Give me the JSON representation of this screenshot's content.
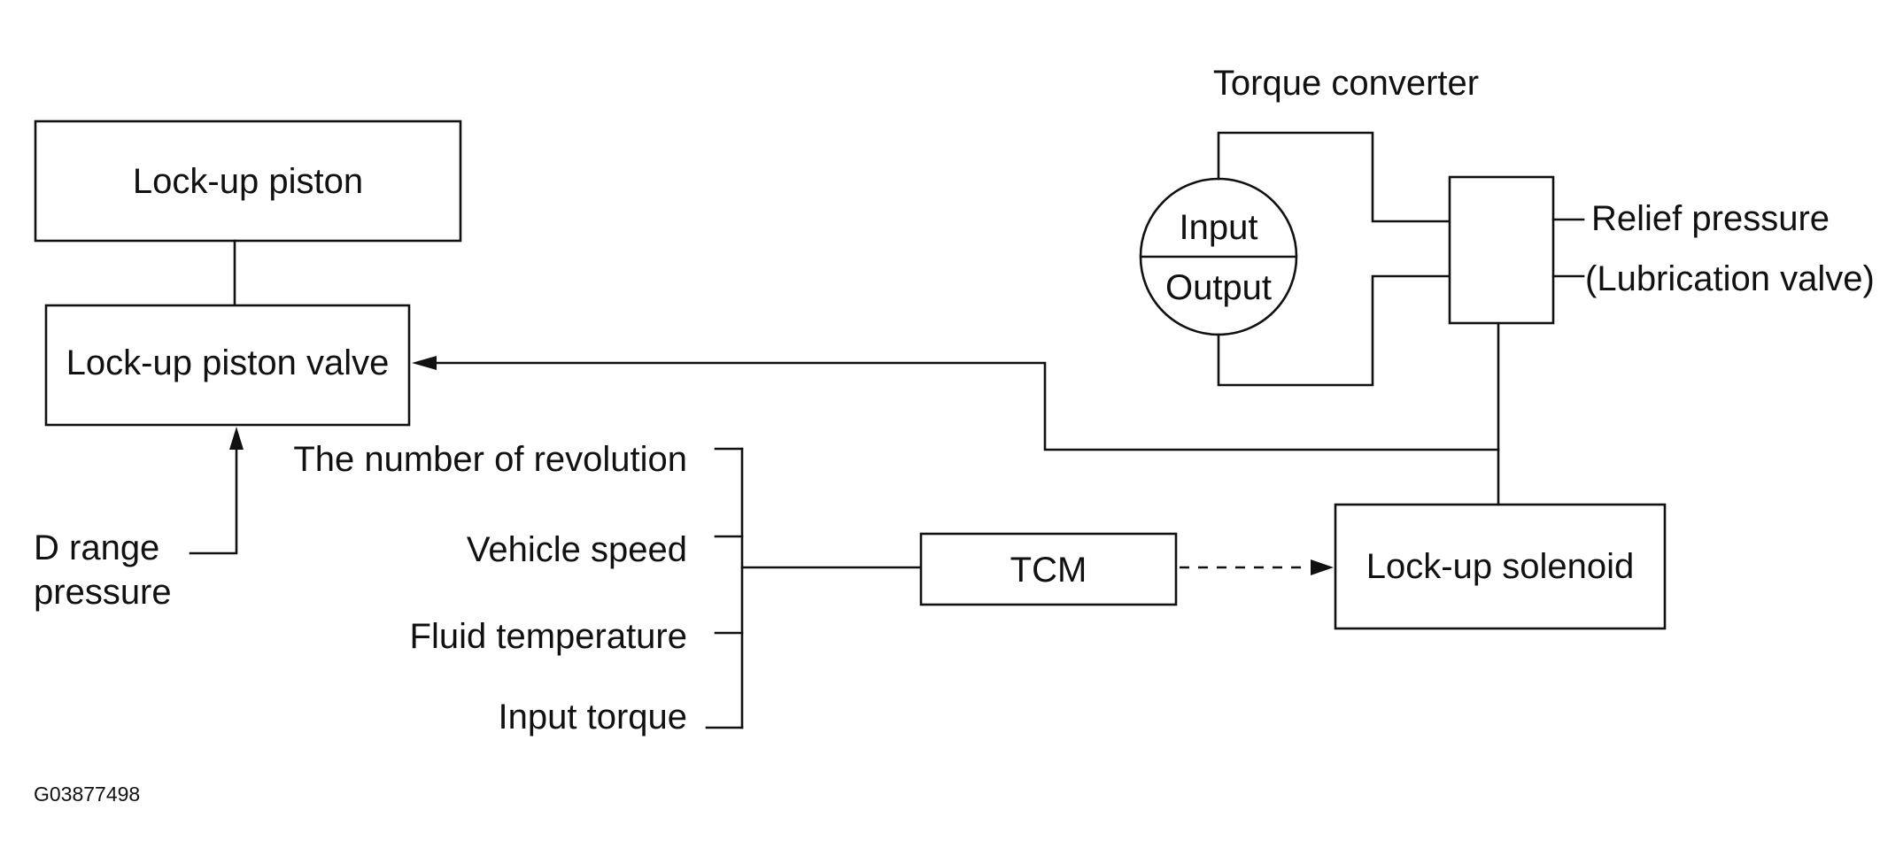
{
  "torque_converter": {
    "title": "Torque converter",
    "input_label": "Input",
    "output_label": "Output"
  },
  "blocks": {
    "lockup_piston": "Lock-up piston",
    "lockup_piston_valve": "Lock-up piston valve",
    "tcm": "TCM",
    "lockup_solenoid": "Lock-up solenoid"
  },
  "relief": {
    "line1": "Relief pressure",
    "line2": "(Lubrication valve)"
  },
  "d_range": {
    "line1": "D range",
    "line2": "pressure"
  },
  "tcm_inputs": [
    "The number of revolution",
    "Vehicle speed",
    "Fluid temperature",
    "Input torque"
  ],
  "figure_code": "G03877498"
}
